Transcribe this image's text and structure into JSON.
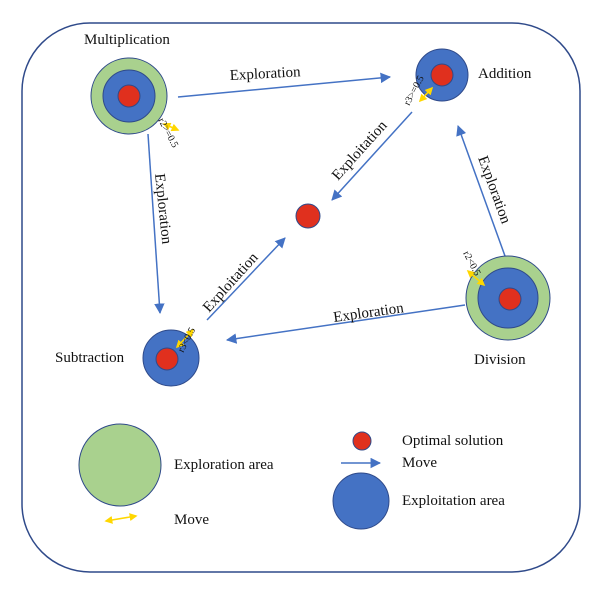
{
  "colors": {
    "exploration_fill": "#a9d18e",
    "exploitation_fill": "#4472c4",
    "optimal_fill": "#e0301e",
    "arrow": "#4472c4",
    "move_arrow": "#ffd700",
    "border": "#2f4a8a"
  },
  "nodes": {
    "multiplication": {
      "label": "Multiplication",
      "param": "r2>=0.5"
    },
    "addition": {
      "label": "Addition",
      "param": "r3>=0.5"
    },
    "subtraction": {
      "label": "Subtraction",
      "param": "r3<0.5"
    },
    "division": {
      "label": "Division",
      "param": "r2<0.5"
    }
  },
  "edges": {
    "mult_to_add": "Exploration",
    "mult_to_sub": "Exploration",
    "div_to_sub": "Exploration",
    "div_to_add": "Exploration",
    "add_to_center": "Exploitation",
    "sub_to_center": "Exploitation"
  },
  "legend": {
    "exploration_area": "Exploration area",
    "move_double": "Move",
    "optimal_solution": "Optimal solution",
    "move_arrow": "Move",
    "exploitation_area": "Exploitation area"
  }
}
